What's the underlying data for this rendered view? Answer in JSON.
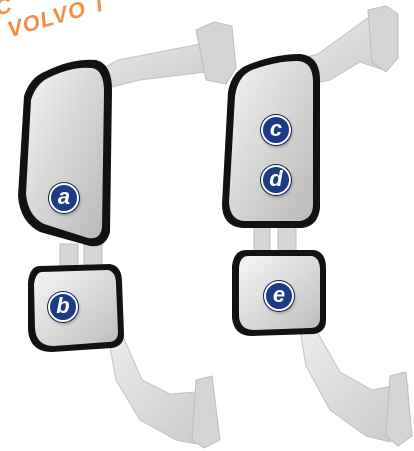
{
  "watermark": {
    "line1": "C",
    "line2": "VOLVO T"
  },
  "labels": {
    "a": "a",
    "b": "b",
    "c": "c",
    "d": "d",
    "e": "e"
  },
  "colors": {
    "badge_fill": "#1d3a86",
    "watermark": "#f08a3e",
    "mirror_frame": "#0f0f12",
    "arm": "#dcdcdc"
  }
}
